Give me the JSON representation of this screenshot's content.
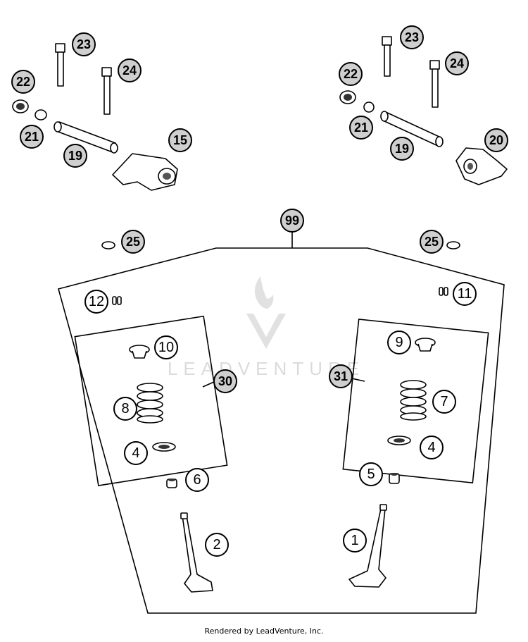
{
  "watermark": {
    "text": "LEADVENTURE"
  },
  "footer": {
    "text": "Rendered by LeadVenture, Inc."
  },
  "callouts": {
    "c1": "1",
    "c2": "2",
    "c4a": "4",
    "c4b": "4",
    "c5": "5",
    "c6": "6",
    "c7": "7",
    "c8": "8",
    "c9": "9",
    "c10": "10",
    "c11": "11",
    "c12": "12",
    "c15": "15",
    "c19a": "19",
    "c19b": "19",
    "c20": "20",
    "c21a": "21",
    "c21b": "21",
    "c22a": "22",
    "c22b": "22",
    "c23a": "23",
    "c23b": "23",
    "c24a": "24",
    "c24b": "24",
    "c25a": "25",
    "c25b": "25",
    "c30": "30",
    "c31": "31",
    "c99": "99"
  }
}
